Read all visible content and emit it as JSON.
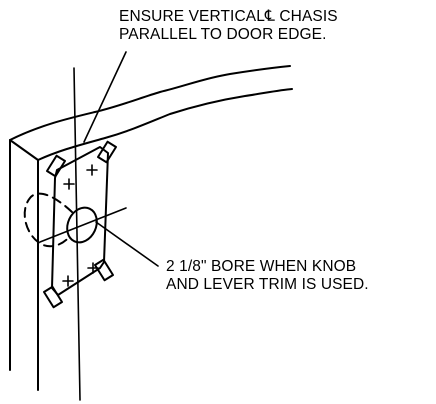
{
  "diagram": {
    "callout_top": {
      "line1": "ENSURE VERTICAL℄ CHASIS",
      "line2": "PARALLEL TO DOOR EDGE."
    },
    "callout_bottom": {
      "line1": "2 1/8\" BORE WHEN KNOB",
      "line2": "AND LEVER TRIM IS USED."
    },
    "colors": {
      "stroke": "#000000",
      "background": "#ffffff"
    }
  }
}
